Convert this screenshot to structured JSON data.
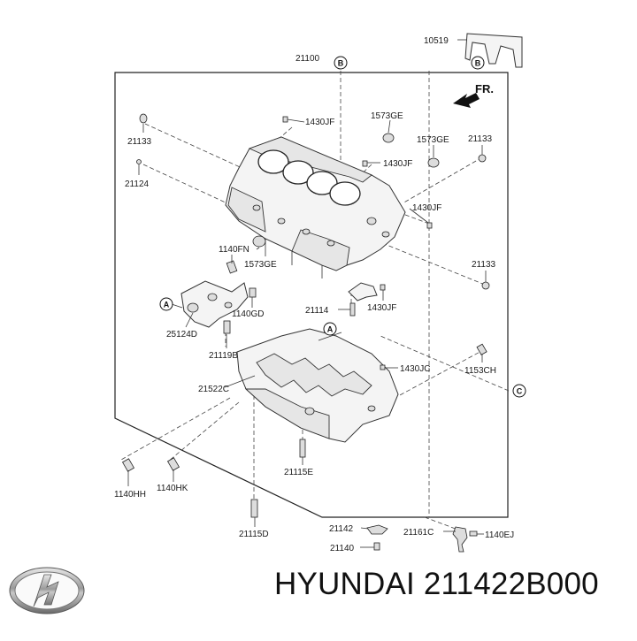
{
  "caption": "HYUNDAI 211422B000",
  "logo": {
    "name": "hyundai-logo-icon"
  },
  "orientation_mark": "FR.",
  "callouts": {
    "a": "A",
    "b": "B",
    "c": "C"
  },
  "labels": [
    "21100",
    "10519",
    "1430JF",
    "1573GE",
    "21133",
    "1573GE",
    "21133",
    "1430JF",
    "21124",
    "1430JF",
    "1140FN",
    "1573GE",
    "21133",
    "1140GD",
    "21114",
    "1430JF",
    "25124D",
    "21119B",
    "1430JC",
    "1153CH",
    "21522C",
    "21115E",
    "1140HH",
    "1140HK",
    "21115D",
    "21142",
    "21161C",
    "1140EJ",
    "21140"
  ]
}
